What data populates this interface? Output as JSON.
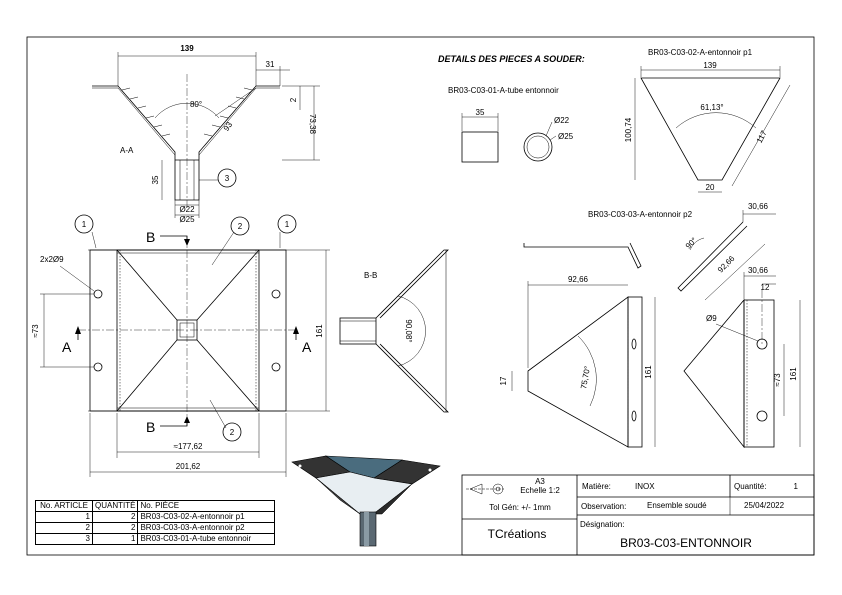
{
  "header": {
    "details_title": "DETAILS DES PIECES A SOUDER:",
    "part1_label": "BR03-C03-02-A-entonnoir p1",
    "part2_label": "BR03-C03-03-A-entonnoir p2",
    "tube_label": "BR03-C03-01-A-tube entonnoir"
  },
  "section_views": {
    "aa_label": "A-A",
    "bb_label": "B-B",
    "arrow_a": "A",
    "arrow_b": "B"
  },
  "dimensions": {
    "top_width": "139",
    "flange": "31",
    "angle_top": "80°",
    "slant": "93",
    "height_total": "73,38",
    "thickness": "2",
    "tube_len": "35",
    "tube_d1": "Ø22",
    "tube_d2": "Ø25",
    "holes": "2x2Ø9",
    "half_pitch": "≈73",
    "side_161": "161",
    "inner_width": "≈177,62",
    "overall_width": "201,62",
    "bb_angle": "90,08°",
    "tube_detail_len": "35",
    "tube_detail_d1": "Ø22",
    "tube_detail_d2": "Ø25",
    "p1_top": "139",
    "p1_height": "100,74",
    "p1_angle": "61,13°",
    "p1_side": "117",
    "p1_bottom": "20",
    "p2_flange": "30,66",
    "p2_angle": "90°",
    "p2_side": "92,66",
    "p2_flat": "30,66",
    "p2_width": "92,66",
    "p2_angle2": "75,70°",
    "p2_height": "161",
    "p2_bottom": "17",
    "p2_hole": "Ø9",
    "p2_hole_off": "12",
    "p2_hole_pitch": "≈73",
    "p2_height_right": "161"
  },
  "balloons": [
    "1",
    "2",
    "1",
    "3",
    "2"
  ],
  "bom": {
    "headers": [
      "No. ARTICLE",
      "QUANTITÉ",
      "No. PIÈCE"
    ],
    "rows": [
      [
        "1",
        "2",
        "BR03-C03-02-A-entonnoir p1"
      ],
      [
        "2",
        "2",
        "BR03-C03-03-A-entonnoir p2"
      ],
      [
        "3",
        "1",
        "BR03-C03-01-A-tube entonnoir"
      ]
    ]
  },
  "title_block": {
    "format": "A3",
    "scale": "Echelle 1:2",
    "tolerance": "Tol Gén: +/- 1mm",
    "company": "TCréations",
    "material_label": "Matière:",
    "material": "INOX",
    "quantity_label": "Quantité:",
    "quantity": "1",
    "observation_label": "Observation:",
    "observation": "Ensemble soudé",
    "date": "25/04/2022",
    "designation_label": "Désignation:",
    "designation": "BR03-C03-ENTONNOIR"
  }
}
